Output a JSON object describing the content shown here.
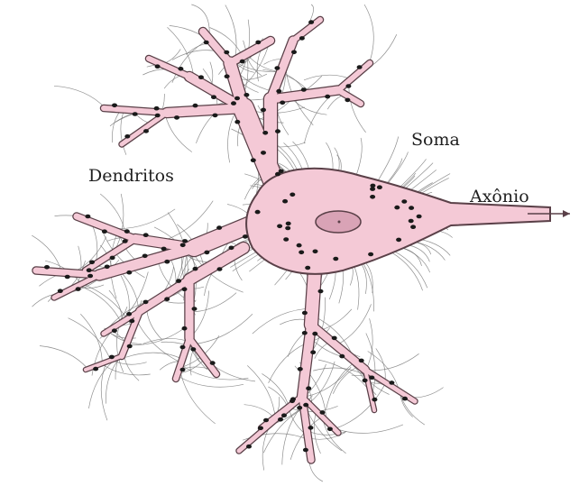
{
  "labels": {
    "dendritos": "Dendritos",
    "soma": "Soma",
    "axonio": "Axônio"
  },
  "colors": {
    "cell_fill": "#f4c9d6",
    "cell_outline": "#5a4048",
    "fiber": "#6b6b6b",
    "synapse": "#1a1a1a",
    "nucleus": "#d9a3b6"
  }
}
